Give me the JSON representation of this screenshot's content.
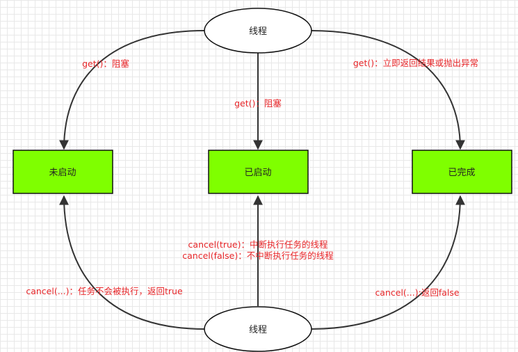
{
  "nodes": {
    "thread_top": "线程",
    "thread_bottom": "线程",
    "not_started": "未启动",
    "started": "已启动",
    "completed": "已完成"
  },
  "edges": {
    "top_to_not_started": "get()：阻塞",
    "top_to_started": "get()：阻塞",
    "top_to_completed": "get()：立即返回结果或抛出异常",
    "bottom_to_started_line1": "cancel(true)：中断执行任务的线程",
    "bottom_to_started_line2": "cancel(false)：不中断执行任务的线程",
    "bottom_to_not_started": "cancel(...)：任务不会被执行，返回true",
    "bottom_to_completed": "cancel(...):返回false"
  },
  "colors": {
    "box_fill": "#7fff00",
    "label_text": "#e8272a",
    "edge_stroke": "#333333"
  }
}
